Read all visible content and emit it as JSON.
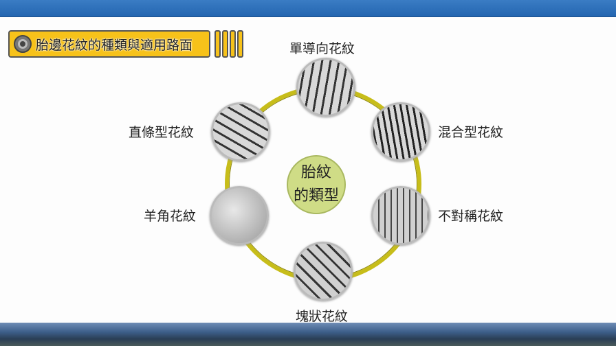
{
  "title": "胎邊花紋的種類與適用路面",
  "center": {
    "line1": "胎紋",
    "line2": "的類型"
  },
  "patterns": [
    {
      "label": "單導向花紋"
    },
    {
      "label": "混合型花紋"
    },
    {
      "label": "不對稱花紋"
    },
    {
      "label": "塊狀花紋"
    },
    {
      "label": "羊角花紋"
    },
    {
      "label": "直條型花紋"
    }
  ]
}
